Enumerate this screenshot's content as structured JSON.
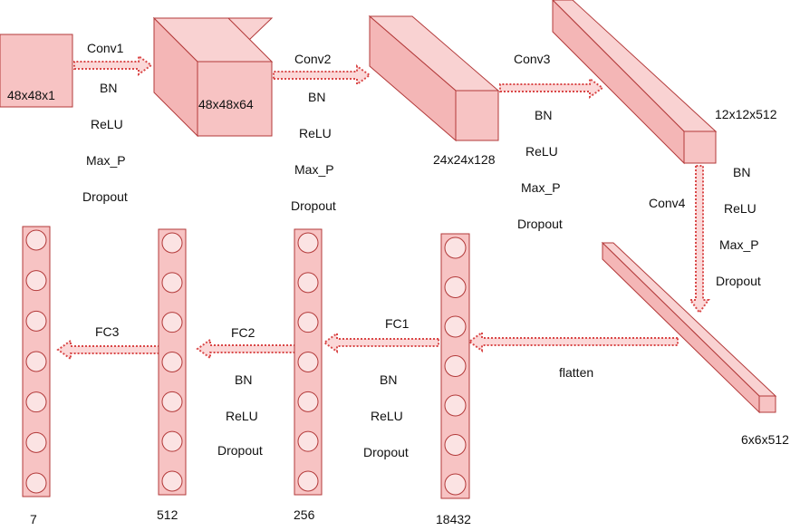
{
  "colors": {
    "fill_front": "#f7c3c3",
    "fill_side": "#f4b6b6",
    "fill_top": "#f9d2d2",
    "stroke": "#b33a3a",
    "arrow_fill": "#fbd8d8",
    "arrow_stroke": "#d94848",
    "circle_fill": "#fbe3e3"
  },
  "blocks": {
    "input": "48x48x1",
    "conv1_out": "48x48x64",
    "conv2_out": "24x24x128",
    "conv3_out": "12x12x512",
    "conv4_out": "6x6x512"
  },
  "ops": {
    "conv1": [
      "Conv1",
      "BN",
      "ReLU",
      "Max_P",
      "Dropout"
    ],
    "conv2": [
      "Conv2",
      "BN",
      "ReLU",
      "Max_P",
      "Dropout"
    ],
    "conv3": [
      "Conv3",
      "BN",
      "ReLU",
      "Max_P",
      "Dropout"
    ],
    "conv4": [
      "Conv4",
      "BN",
      "ReLU",
      "Max_P",
      "Dropout"
    ],
    "flatten": "flatten",
    "fc1": [
      "FC1",
      "BN",
      "ReLU",
      "Dropout"
    ],
    "fc2": [
      "FC2",
      "BN",
      "ReLU",
      "Dropout"
    ],
    "fc3": [
      "FC3"
    ]
  },
  "columns": {
    "c18432": "18432",
    "c256": "256",
    "c512": "512",
    "c7": "7"
  }
}
